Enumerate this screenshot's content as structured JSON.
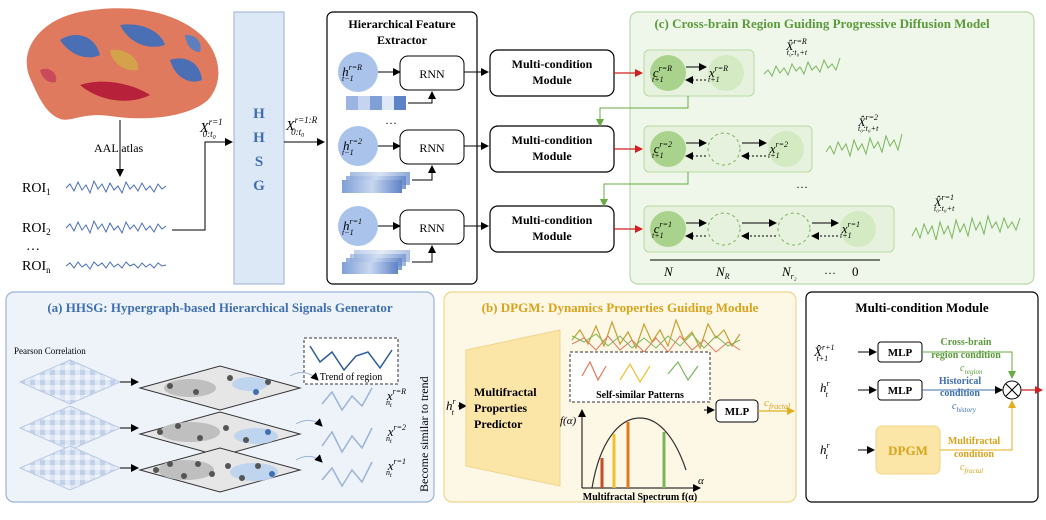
{
  "left": {
    "atlas_label": "AAL atlas",
    "rois": [
      "ROI",
      "ROI",
      "ROI"
    ],
    "roi_subs": [
      "1",
      "2",
      "n"
    ],
    "ellipsis": "…",
    "x_input_main": "X",
    "x_input_sup": "r=1",
    "x_input_sub": "0:t",
    "x_input_subsub": "0"
  },
  "hhsg_block": {
    "letters": [
      "H",
      "H",
      "S",
      "G"
    ]
  },
  "x_output": {
    "main": "X",
    "sup": "r=1:R",
    "sub": "0:t",
    "subsub": "0"
  },
  "extractor": {
    "title_line1": "Hierarchical Feature",
    "title_line2": "Extractor",
    "h_main": "h",
    "h_sups": [
      "r=R",
      "r=2",
      "r=1"
    ],
    "h_sub": "t−1",
    "rnn": "RNN",
    "ellipsis": "…"
  },
  "mcm_boxes": [
    "Multi-condition",
    "Module"
  ],
  "panel_c": {
    "title": "(c) Cross-brain Region Guiding Progressive Diffusion Model",
    "c_main": "c",
    "x_main": "x",
    "sups": [
      "r=R",
      "r=2",
      "r=1"
    ],
    "sub": "t+1",
    "out_main": "X̂",
    "out_sub": "t₀:t₀+t",
    "axis": [
      "N",
      "N",
      "N",
      "…",
      "0"
    ],
    "axis_subs": [
      "",
      "R",
      "r₂",
      "",
      ""
    ],
    "ellipsis": "…"
  },
  "panel_a": {
    "title": "(a) HHSG: Hypergraph-based Hierarchical Signals Generator",
    "pearson": "Pearson Correlation",
    "trend": "Trend of region",
    "similar": "Become similar to trend",
    "x_main": "x",
    "x_sups": [
      "r=R",
      "r=2",
      "r=1"
    ],
    "x_sub": "n",
    "x_subsub": "t",
    "ellipsis": "…"
  },
  "panel_b": {
    "title": "(b) DPGM: Dynamics Properties Guiding Module",
    "h_main": "h",
    "h_sup": "r",
    "h_sub": "t",
    "predictor": [
      "Multifractal",
      "Properties",
      "Predictor"
    ],
    "patterns": "Self-similar Patterns",
    "falpha": "f(α)",
    "alpha": "α",
    "spectrum": "Multifractal Spectrum f(α)",
    "mlp": "MLP",
    "c_out": "c",
    "c_out_sub": "fractal"
  },
  "panel_mcm": {
    "title": "Multi-condition Module",
    "x_main": "X̂",
    "x_sup": "r+1",
    "x_sub": "t+1",
    "h_main": "h",
    "h_sup": "r",
    "h_sub": "t",
    "mlp": "MLP",
    "dpgm": "DPGM",
    "cond1": [
      "Cross-brain",
      "region condition"
    ],
    "cond1_c": "c",
    "cond1_sub": "region",
    "cond2": [
      "Historical",
      "condition"
    ],
    "cond2_c": "c",
    "cond2_sub": "history",
    "cond3": [
      "Multifractal",
      "condition"
    ],
    "cond3_c": "c",
    "cond3_sub": "fractal"
  },
  "colors": {
    "panel_a_border": "#9bb3d6",
    "panel_a_fill": "#eef3fa",
    "panel_b_border": "#f0d58a",
    "panel_b_fill": "#fdf7e6",
    "panel_c_border": "#b9d9a6",
    "panel_c_fill": "#eff7ea",
    "hhsg_fill": "#dde8f6",
    "hhsg_text": "#3f6fb0",
    "node_blue": "#a9c3ea",
    "node_green": "#a9d38d",
    "title_blue": "#3f6fb0",
    "title_gold": "#d9a31a",
    "title_green": "#5a9a3a",
    "red_arrow": "#d22020"
  }
}
